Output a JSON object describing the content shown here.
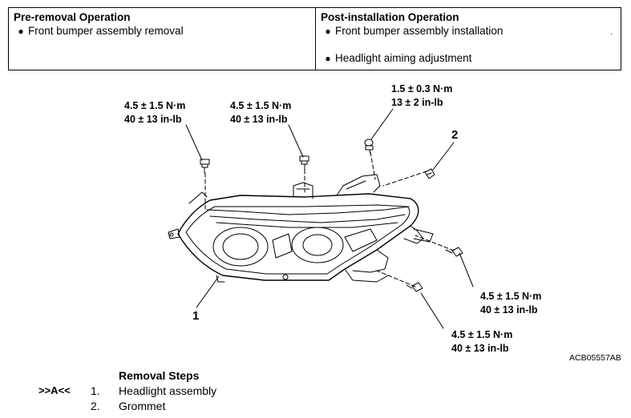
{
  "operations": {
    "pre_removal": {
      "title": "Pre-removal Operation",
      "items": [
        "Front bumper assembly removal"
      ]
    },
    "post_installation": {
      "title": "Post-installation Operation",
      "items": [
        "Front bumper assembly installation",
        "Headlight aiming adjustment"
      ],
      "mark": "."
    }
  },
  "torque_specs": [
    {
      "nm": "4.5 ± 1.5 N·m",
      "inlb": "40 ± 13 in-lb"
    },
    {
      "nm": "4.5 ± 1.5 N·m",
      "inlb": "40 ± 13 in-lb"
    },
    {
      "nm": "1.5 ± 0.3 N·m",
      "inlb": "13 ± 2 in-lb"
    },
    {
      "nm": "4.5 ± 1.5 N·m",
      "inlb": "40 ± 13 in-lb"
    },
    {
      "nm": "4.5 ± 1.5 N·m",
      "inlb": "40 ± 13 in-lb"
    }
  ],
  "callouts": {
    "headlight": "1",
    "grommet": "2"
  },
  "figure_id": "ACB05557AB",
  "removal_steps": {
    "title": "Removal Steps",
    "steps": [
      {
        "ref": ">>A<<",
        "num": "1.",
        "label": "Headlight assembly"
      },
      {
        "ref": "",
        "num": "2.",
        "label": "Grommet"
      }
    ]
  }
}
